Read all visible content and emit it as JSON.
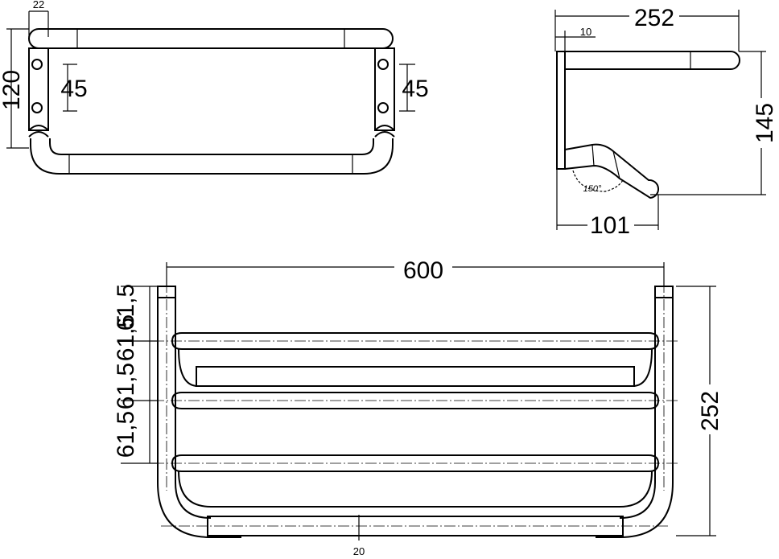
{
  "units_note": "",
  "top_left_view": {
    "dim_width_tab": "22",
    "dim_height": "120",
    "dim_hole_left": "45",
    "dim_hole_right": "45"
  },
  "side_view": {
    "dim_depth": "252",
    "dim_plate": "10",
    "dim_height": "145",
    "dim_angle": "150°",
    "dim_bottom": "101"
  },
  "front_view": {
    "dim_width": "600",
    "dim_depth": "252",
    "dim_spacing_1": "61,5",
    "dim_spacing_2": "61,5",
    "dim_spacing_3": "61,5",
    "dim_spacing_4": "61,5",
    "dim_tube": "20"
  }
}
